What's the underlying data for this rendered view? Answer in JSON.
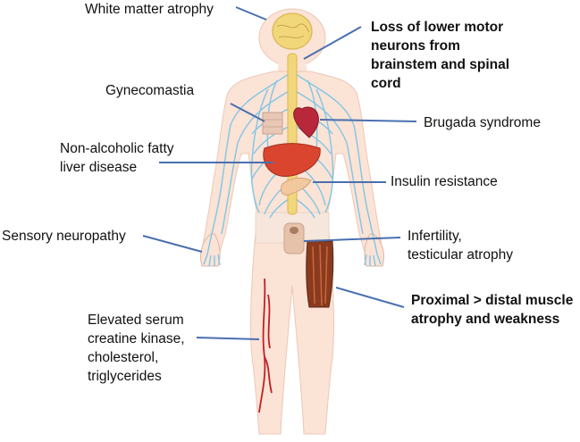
{
  "labels": {
    "white_matter": "White matter atrophy",
    "lower_motor": [
      "Loss of lower motor",
      "neurons from",
      "brainstem and spinal",
      "cord"
    ],
    "gynecomastia": "Gynecomastia",
    "brugada": "Brugada syndrome",
    "nafld": [
      "Non-alcoholic fatty",
      "liver disease"
    ],
    "insulin": "Insulin resistance",
    "sensory": "Sensory neuropathy",
    "infertility": [
      "Infertility,",
      "testicular atrophy"
    ],
    "muscle": [
      "Proximal > distal muscle",
      "atrophy and weakness"
    ],
    "serum": [
      "Elevated serum",
      "creatine kinase,",
      "cholesterol,",
      "triglycerides"
    ]
  },
  "colors": {
    "leader_line": "#4a6fb0",
    "skin": "#fbe3d6",
    "nerve": "#7fc6e6",
    "spinal_cord": "#f2d77a",
    "liver": "#d9452f",
    "heart": "#b8283a",
    "muscle": "#8a3a1e",
    "vessel": "#c41e24",
    "gland": "#e7c2aa"
  }
}
